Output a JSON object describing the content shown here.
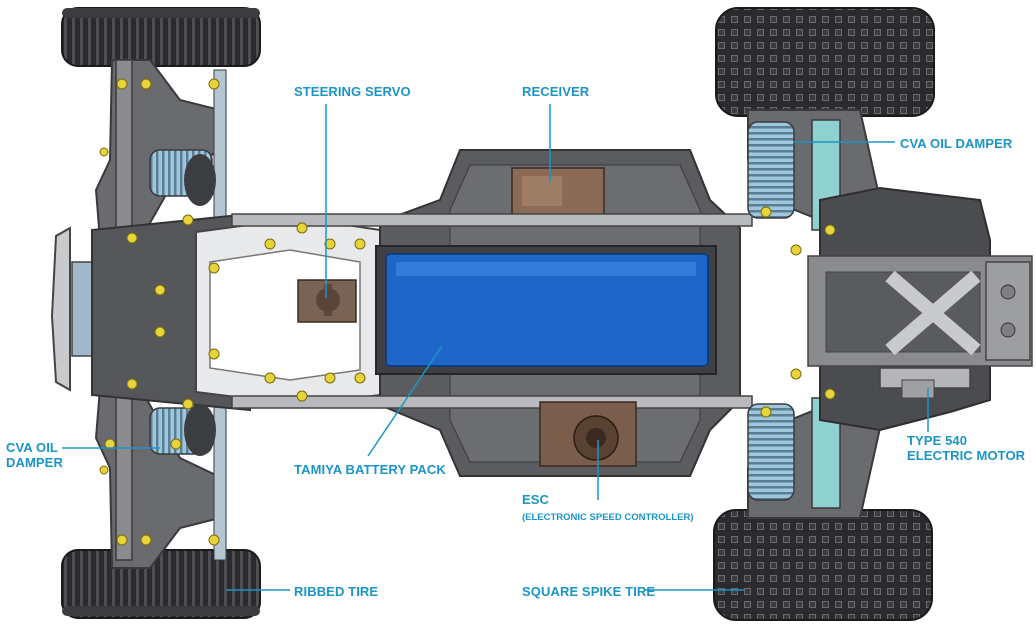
{
  "labels": {
    "steering_servo": "STEERING SERVO",
    "receiver": "RECEIVER",
    "cva_oil_damper_rear": "CVA OIL DAMPER",
    "cva_oil_damper_front_line1": "CVA OIL",
    "cva_oil_damper_front_line2": "DAMPER",
    "battery_pack": "TAMIYA BATTERY PACK",
    "esc_line1": "ESC",
    "esc_line2": "(ELECTRONIC SPEED CONTROLLER)",
    "motor_line1": "TYPE 540",
    "motor_line2": "ELECTRIC MOTOR",
    "ribbed_tire": "RIBBED TIRE",
    "square_spike_tire": "SQUARE SPIKE TIRE"
  },
  "colors": {
    "label": "#1b95c7",
    "chassis_dark": "#55565a",
    "chassis_mid": "#7d7e82",
    "chassis_light": "#c9cacd",
    "battery_blue": "#1e66c8",
    "tire_black": "#2b2b2e",
    "screw_gold": "#e7d43a",
    "damper_blue": "#9ec7dd",
    "teal_part": "#8fd1cf"
  },
  "icons": [
    "ribbed-tire-icon",
    "square-spike-tire-icon",
    "battery-pack-icon",
    "steering-servo-icon",
    "receiver-icon",
    "esc-icon",
    "electric-motor-icon",
    "oil-damper-icon"
  ]
}
